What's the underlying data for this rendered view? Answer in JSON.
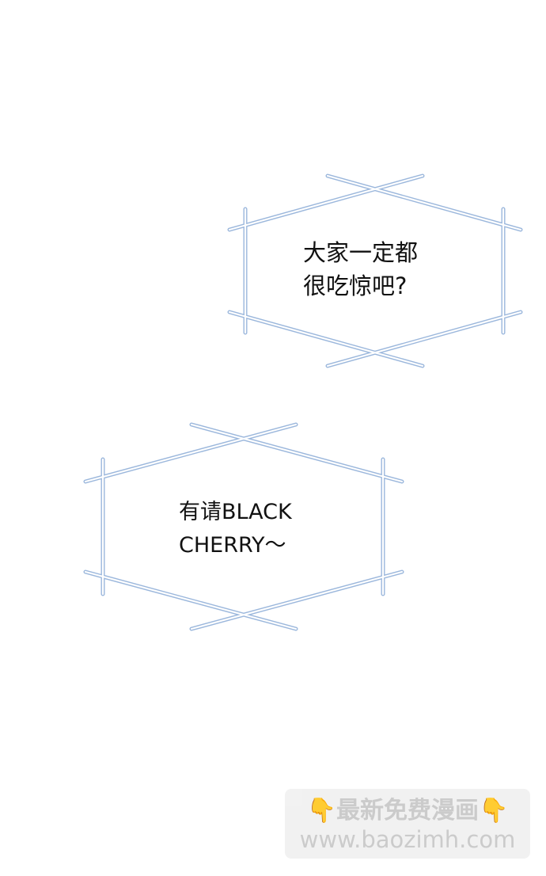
{
  "bubbles": [
    {
      "text": "大家一定都\n很吃惊吧?"
    },
    {
      "text": "有请BLACK\nCHERRY～"
    }
  ],
  "watermark": {
    "icon_left": "pointing-down-hand-icon",
    "title": "最新免费漫画",
    "icon_right": "pointing-down-hand-icon",
    "url": "www.baozimh.com"
  },
  "colors": {
    "frame": "#9bb7dc",
    "text": "#111111",
    "watermark_text": "#c9c9c9",
    "watermark_bg": "#f1f1f1"
  }
}
